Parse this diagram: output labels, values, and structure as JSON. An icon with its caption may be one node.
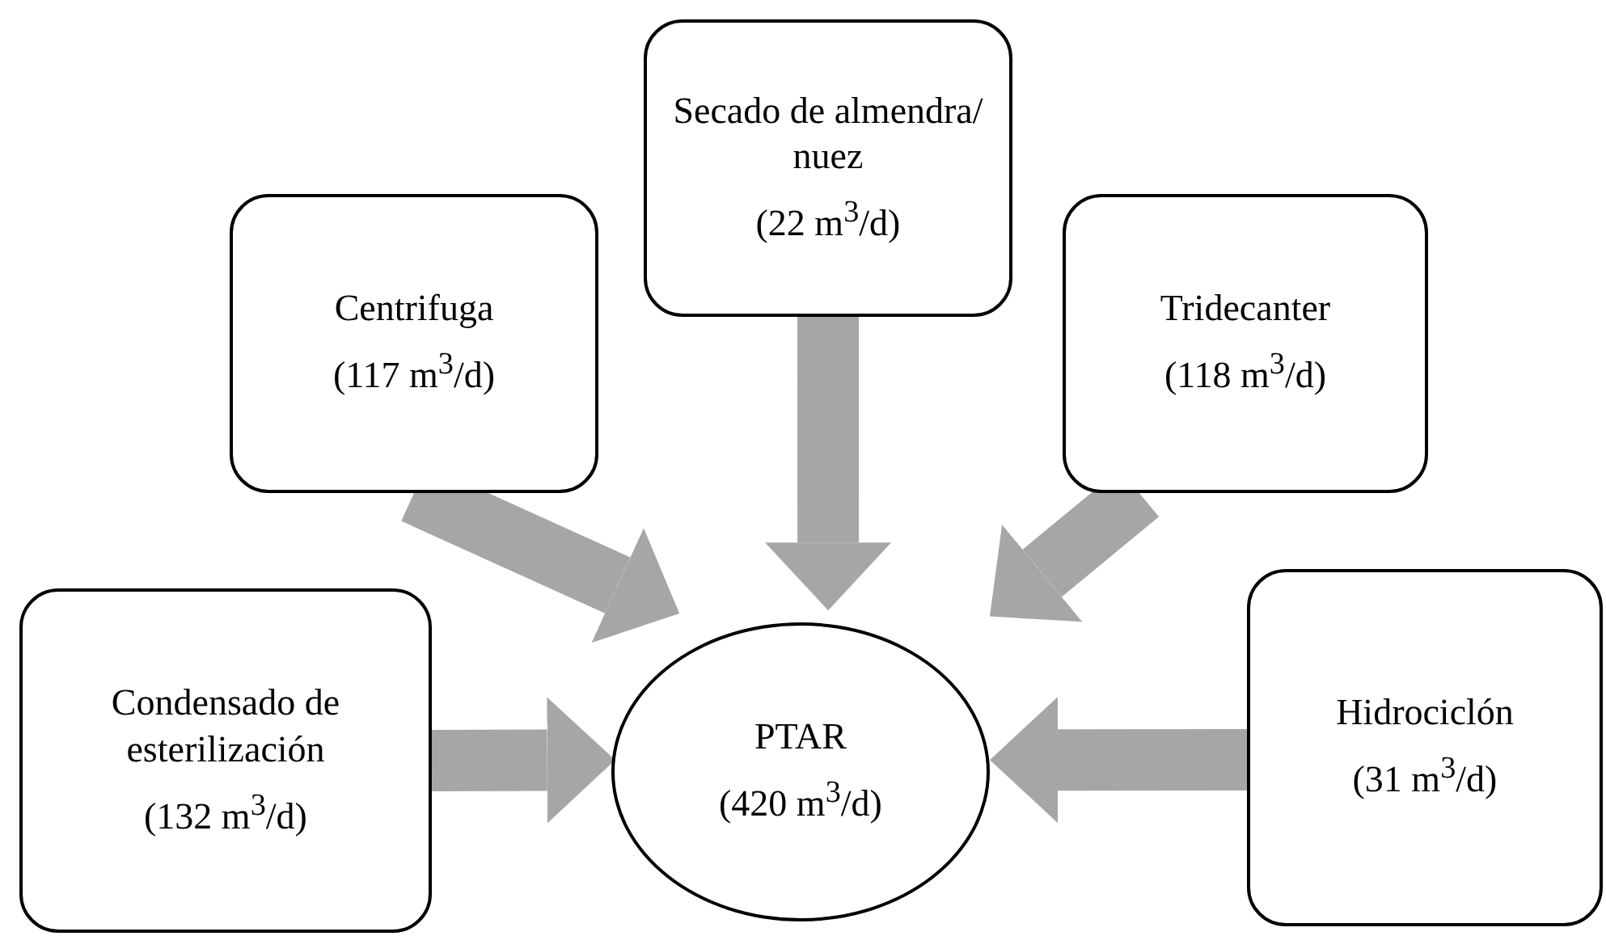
{
  "diagram": {
    "nodes": [
      {
        "text": [
          "Secado de almendra/ nuez",
          "(22 m$^{3}$/d)"
        ]
      },
      {
        "text": [
          "Centrifuga",
          "(117 m$^{3}$/d)"
        ]
      },
      {
        "text": [
          "Tridecanter",
          "(118 m$^{3}$/d)"
        ]
      },
      {
        "text": [
          "Condensado de esterilización",
          "(132 m$^{3}$/d)"
        ]
      },
      {
        "text": [
          "PTAR",
          "(420 m$^{3}$/d)"
        ]
      },
      {
        "text": [
          "Hidrociclón",
          "(31 m$^{3}$/d)"
        ]
      }
    ],
    "edges": [
      {
        "from": 0,
        "to": 4,
        "arrow": "to"
      },
      {
        "from": 1,
        "to": 4,
        "arrow": "to"
      },
      {
        "from": 2,
        "to": 4,
        "arrow": "to"
      },
      {
        "from": 3,
        "to": 4,
        "arrow": "to"
      },
      {
        "from": 5,
        "to": 4,
        "arrow": "to"
      }
    ]
  }
}
